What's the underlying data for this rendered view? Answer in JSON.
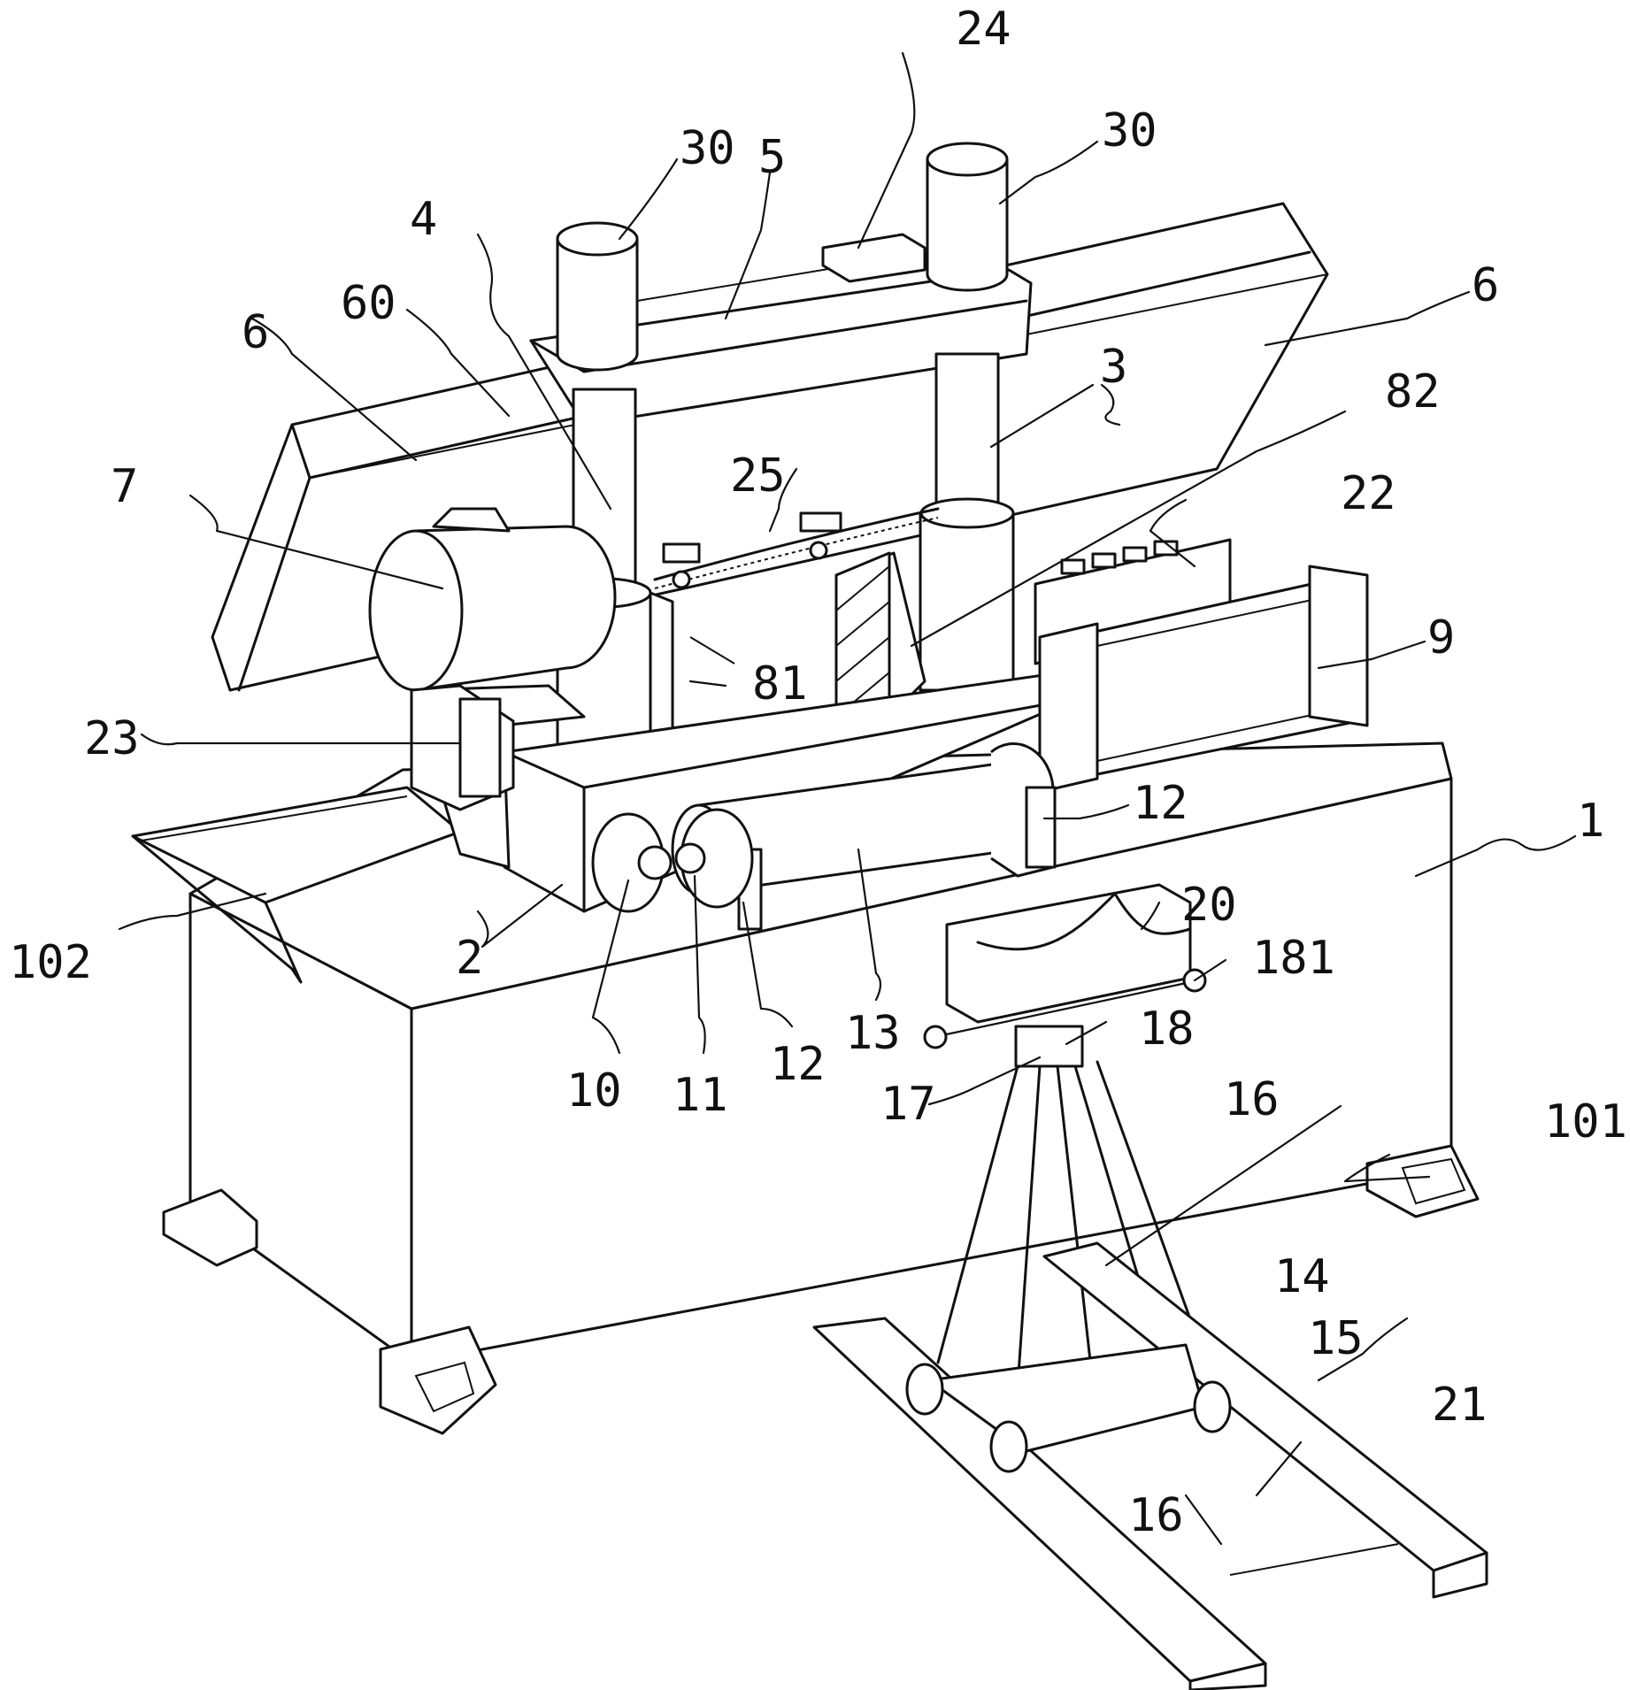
{
  "figure": {
    "labels": [
      {
        "id": "label-1",
        "text": "1"
      },
      {
        "id": "label-2",
        "text": "2"
      },
      {
        "id": "label-3",
        "text": "3"
      },
      {
        "id": "label-4",
        "text": "4"
      },
      {
        "id": "label-5",
        "text": "5"
      },
      {
        "id": "label-6a",
        "text": "6"
      },
      {
        "id": "label-6b",
        "text": "6"
      },
      {
        "id": "label-7",
        "text": "7"
      },
      {
        "id": "label-9",
        "text": "9"
      },
      {
        "id": "label-10",
        "text": "10"
      },
      {
        "id": "label-11",
        "text": "11"
      },
      {
        "id": "label-12a",
        "text": "12"
      },
      {
        "id": "label-12b",
        "text": "12"
      },
      {
        "id": "label-13",
        "text": "13"
      },
      {
        "id": "label-14",
        "text": "14"
      },
      {
        "id": "label-15",
        "text": "15"
      },
      {
        "id": "label-16a",
        "text": "16"
      },
      {
        "id": "label-16b",
        "text": "16"
      },
      {
        "id": "label-17",
        "text": "17"
      },
      {
        "id": "label-18",
        "text": "18"
      },
      {
        "id": "label-20",
        "text": "20"
      },
      {
        "id": "label-21",
        "text": "21"
      },
      {
        "id": "label-22",
        "text": "22"
      },
      {
        "id": "label-23",
        "text": "23"
      },
      {
        "id": "label-24",
        "text": "24"
      },
      {
        "id": "label-25",
        "text": "25"
      },
      {
        "id": "label-30a",
        "text": "30"
      },
      {
        "id": "label-30b",
        "text": "30"
      },
      {
        "id": "label-60",
        "text": "60"
      },
      {
        "id": "label-81",
        "text": "81"
      },
      {
        "id": "label-82",
        "text": "82"
      },
      {
        "id": "label-101",
        "text": "101"
      },
      {
        "id": "label-102",
        "text": "102"
      },
      {
        "id": "label-181",
        "text": "181"
      }
    ]
  }
}
